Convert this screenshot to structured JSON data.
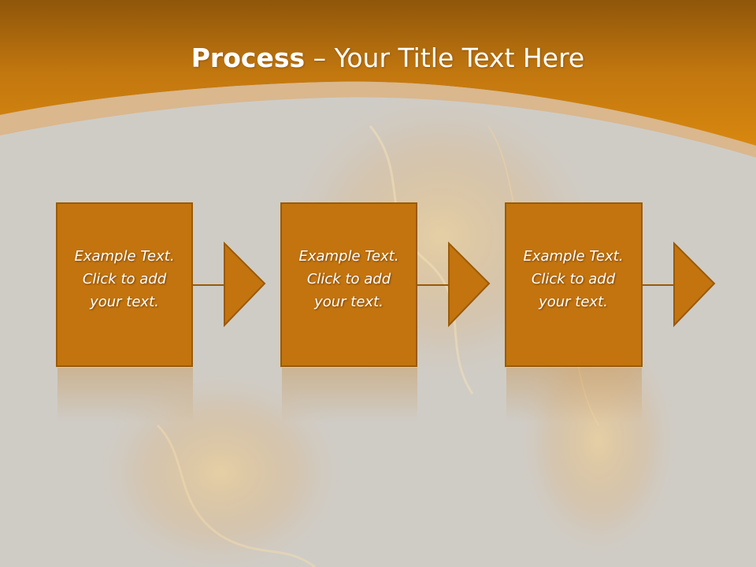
{
  "slide": {
    "title_bold": "Process",
    "title_dash": " – ",
    "title_rest": "Your Title Text Here"
  },
  "colors": {
    "header_orange": "#d3820f",
    "header_dark": "#8a5208",
    "box_fill": "#c3740e",
    "box_border": "#9a5a06",
    "background": "#cfccc6"
  },
  "process": {
    "steps": [
      {
        "lines": [
          "Example Text.",
          "Click  to add",
          "your text."
        ]
      },
      {
        "lines": [
          "Example Text.",
          "Click  to add",
          "your text."
        ]
      },
      {
        "lines": [
          "Example Text.",
          "Click  to add",
          "your text."
        ]
      }
    ]
  }
}
